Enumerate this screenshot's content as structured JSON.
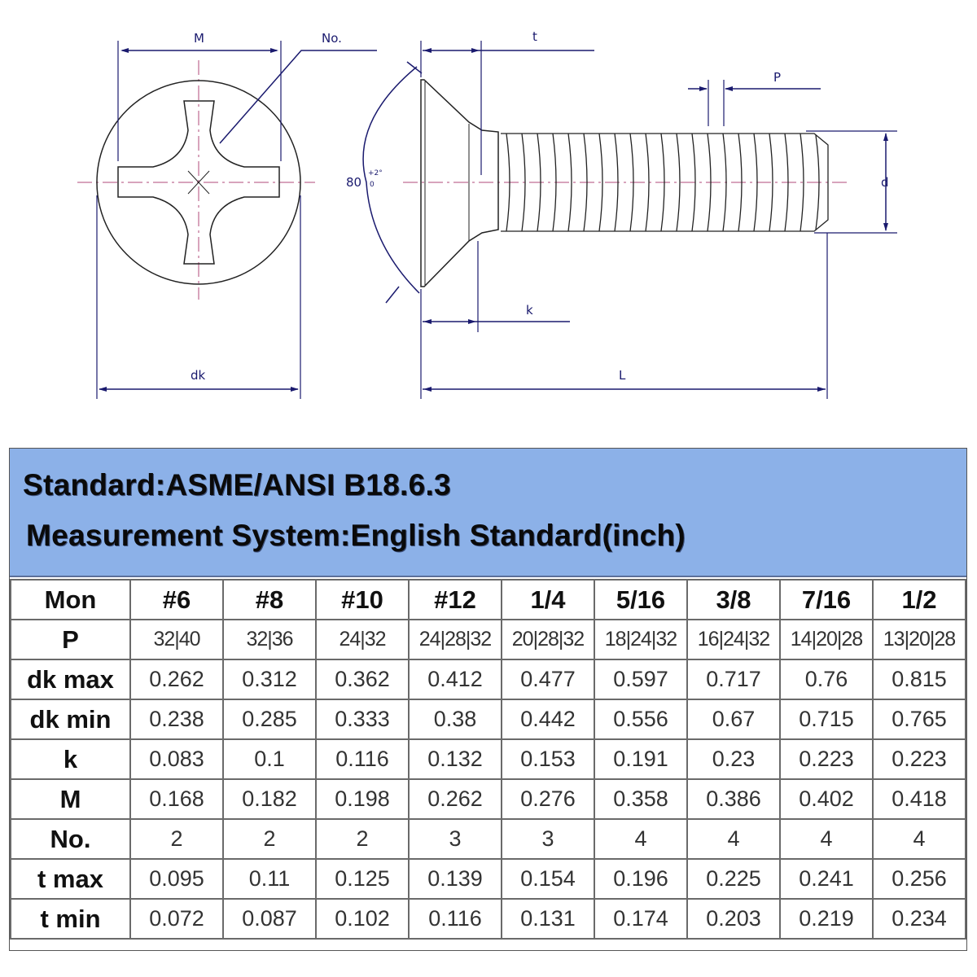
{
  "drawing": {
    "labels": {
      "M": "M",
      "No": "No.",
      "t": "t",
      "P": "P",
      "d": "d",
      "angle": "80",
      "angle_tol_plus": "+2°",
      "angle_tol_minus": "0",
      "k": "k",
      "dk": "dk",
      "L": "L"
    },
    "colors": {
      "dimension": "#1a1a6e",
      "centerline": "#b04a7a",
      "outline": "#222222"
    }
  },
  "banner": {
    "standard": "Standard:ASME/ANSI B18.6.3",
    "measurement": "Measurement System:English Standard(inch)",
    "background": "#8cb1e8"
  },
  "table": {
    "header": [
      "Mon",
      "#6",
      "#8",
      "#10",
      "#12",
      "1/4",
      "5/16",
      "3/8",
      "7/16",
      "1/2"
    ],
    "rows": [
      {
        "label": "P",
        "values": [
          "32|40",
          "32|36",
          "24|32",
          "24|28|32",
          "20|28|32",
          "18|24|32",
          "16|24|32",
          "14|20|28",
          "13|20|28"
        ]
      },
      {
        "label": "dk max",
        "values": [
          "0.262",
          "0.312",
          "0.362",
          "0.412",
          "0.477",
          "0.597",
          "0.717",
          "0.76",
          "0.815"
        ]
      },
      {
        "label": "dk min",
        "values": [
          "0.238",
          "0.285",
          "0.333",
          "0.38",
          "0.442",
          "0.556",
          "0.67",
          "0.715",
          "0.765"
        ]
      },
      {
        "label": "k",
        "values": [
          "0.083",
          "0.1",
          "0.116",
          "0.132",
          "0.153",
          "0.191",
          "0.23",
          "0.223",
          "0.223"
        ]
      },
      {
        "label": "M",
        "values": [
          "0.168",
          "0.182",
          "0.198",
          "0.262",
          "0.276",
          "0.358",
          "0.386",
          "0.402",
          "0.418"
        ]
      },
      {
        "label": "No.",
        "values": [
          "2",
          "2",
          "2",
          "3",
          "3",
          "4",
          "4",
          "4",
          "4"
        ]
      },
      {
        "label": "t max",
        "values": [
          "0.095",
          "0.11",
          "0.125",
          "0.139",
          "0.154",
          "0.196",
          "0.225",
          "0.241",
          "0.256"
        ]
      },
      {
        "label": "t min",
        "values": [
          "0.072",
          "0.087",
          "0.102",
          "0.116",
          "0.131",
          "0.174",
          "0.203",
          "0.219",
          "0.234"
        ]
      }
    ]
  }
}
